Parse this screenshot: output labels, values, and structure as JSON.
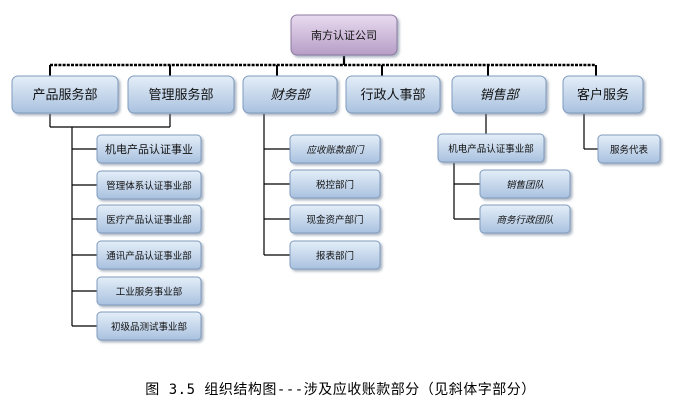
{
  "root": {
    "label": "南方认证公司"
  },
  "departments": [
    {
      "label": "产品服务部",
      "italic": false
    },
    {
      "label": "管理服务部",
      "italic": false
    },
    {
      "label": "财务部",
      "italic": true
    },
    {
      "label": "行政人事部",
      "italic": false
    },
    {
      "label": "销售部",
      "italic": true
    },
    {
      "label": "客户服务",
      "italic": false
    }
  ],
  "product_service_units": [
    {
      "label": "机电产品认证事业",
      "italic": false
    },
    {
      "label": "管理体系认证事业部",
      "italic": false
    },
    {
      "label": "医疗产品认证事业部",
      "italic": false
    },
    {
      "label": "通讯产品认证事业部",
      "italic": false
    },
    {
      "label": "工业服务事业部",
      "italic": false
    },
    {
      "label": "初级品测试事业部",
      "italic": false
    }
  ],
  "finance_units": [
    {
      "label": "应收账款部门",
      "italic": true
    },
    {
      "label": "税控部门",
      "italic": false
    },
    {
      "label": "现金资产部门",
      "italic": false
    },
    {
      "label": "报表部门",
      "italic": false
    }
  ],
  "sales_units": {
    "parent": {
      "label": "机电产品认证事业部",
      "italic": false
    },
    "children": [
      {
        "label": "销售团队",
        "italic": true
      },
      {
        "label": "商务行政团队",
        "italic": true
      }
    ]
  },
  "customer_service_units": [
    {
      "label": "服务代表",
      "italic": false
    }
  ],
  "caption": "图 3.5  组织结构图---涉及应收账款部分（见斜体字部分）",
  "colors": {
    "root_fill_top": "#e6d7ec",
    "root_fill_bottom": "#b9a0c9",
    "box_fill_top": "#dfeaf6",
    "box_fill_bottom": "#a8c0de",
    "connector": "#000000"
  }
}
